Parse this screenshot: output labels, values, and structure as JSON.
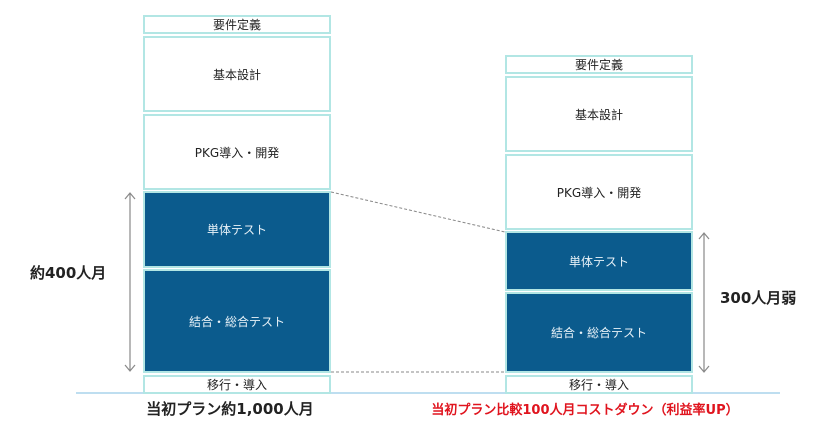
{
  "colors": {
    "dark_block": "#0b5b8d",
    "block_border": "#b2e6e4",
    "highlight_text": "#e0141e",
    "baseline": "#a9d4ec"
  },
  "left_plan": {
    "caption": "当初プラン約1,000人月",
    "span_label": "約400人月",
    "phases": [
      "要件定義",
      "基本設計",
      "PKG導入・開発",
      "単体テスト",
      "結合・総合テスト",
      "移行・導入"
    ]
  },
  "right_plan": {
    "caption": "当初プラン比較100人月コストダウン（利益率UP）",
    "span_label": "300人月弱",
    "phases": [
      "要件定義",
      "基本設計",
      "PKG導入・開発",
      "単体テスト",
      "結合・総合テスト",
      "移行・導入"
    ]
  }
}
